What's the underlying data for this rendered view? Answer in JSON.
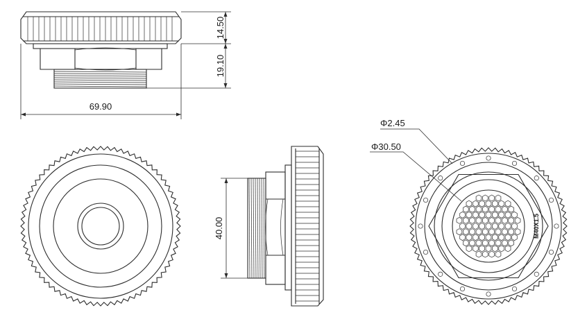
{
  "drawing": {
    "dimensions": {
      "cap_height": "14.50",
      "body_height": "19.10",
      "overall_width": "69.90",
      "thread_diameter": "40.00",
      "hole_diameter": "Φ2.45",
      "grid_diameter": "Φ30.50"
    },
    "thread_marking": "M40X1.5"
  }
}
